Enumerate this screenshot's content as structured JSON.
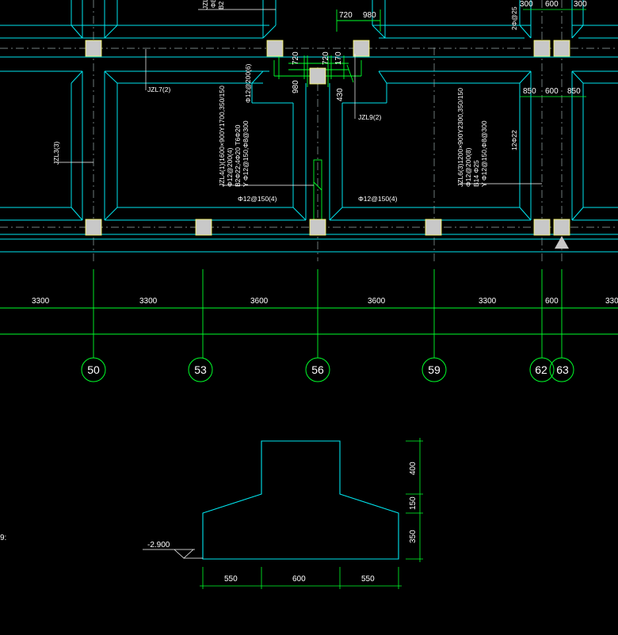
{
  "colors": {
    "background": "#000000",
    "beam_outline": "#00e5ee",
    "dimension": "#00ff2a",
    "column_fill": "#c8c8c8",
    "text": "#ffffff"
  },
  "axes": [
    {
      "label": "50"
    },
    {
      "label": "53"
    },
    {
      "label": "56"
    },
    {
      "label": "59"
    },
    {
      "label": "62"
    },
    {
      "label": "63"
    }
  ],
  "spacing_dims": [
    "3300",
    "3300",
    "3600",
    "3600",
    "3300",
    "600",
    "330"
  ],
  "leading_dim": "3300",
  "top_dims": {
    "d720_a": "720",
    "d980_a": "980",
    "d720_b": "720",
    "d170": "170",
    "d720_c": "720",
    "d980_b": "980",
    "d430": "430",
    "d300_a": "300",
    "d600_a": "600",
    "d300_b": "300",
    "d850_a": "850",
    "d600_b": "600",
    "d850_b": "850"
  },
  "beam_notes": {
    "jzl7": "JZL7(2)",
    "jzl3": "JZL3(3)",
    "jzl9": "JZL9(2)",
    "jzl4_1": "JZL4(1)(1600×900Y1700,350/150",
    "jzl4_2": "Φ12@200(4)",
    "jzl4_3": "B2Φ22;4Φ20  T6Φ20",
    "jzl4_4": "Y Φ12@150,Φ8@300",
    "jzl6_1": "JZL6(3)1200×900Y2300,350/150",
    "jzl6_2": "Φ12@200(8)",
    "jzl6_3": "B14 Φ25",
    "jzl6_4": "Y Φ12@150,Φ8@300",
    "stirrup_a": "Φ12@150(4)",
    "stirrup_b": "Φ12@150(4)",
    "stirrup_c": "Φ12@200(6)",
    "bar_22": "12Φ22",
    "top_note": "2Φ@25",
    "top_mid_1": "JZL",
    "top_mid_2": "Φ8",
    "top_mid_3": "B2"
  },
  "section": {
    "level": "-2.900",
    "heights": [
      "400",
      "150",
      "350"
    ],
    "widths": [
      "550",
      "600",
      "550"
    ],
    "left_marker": "9:"
  }
}
